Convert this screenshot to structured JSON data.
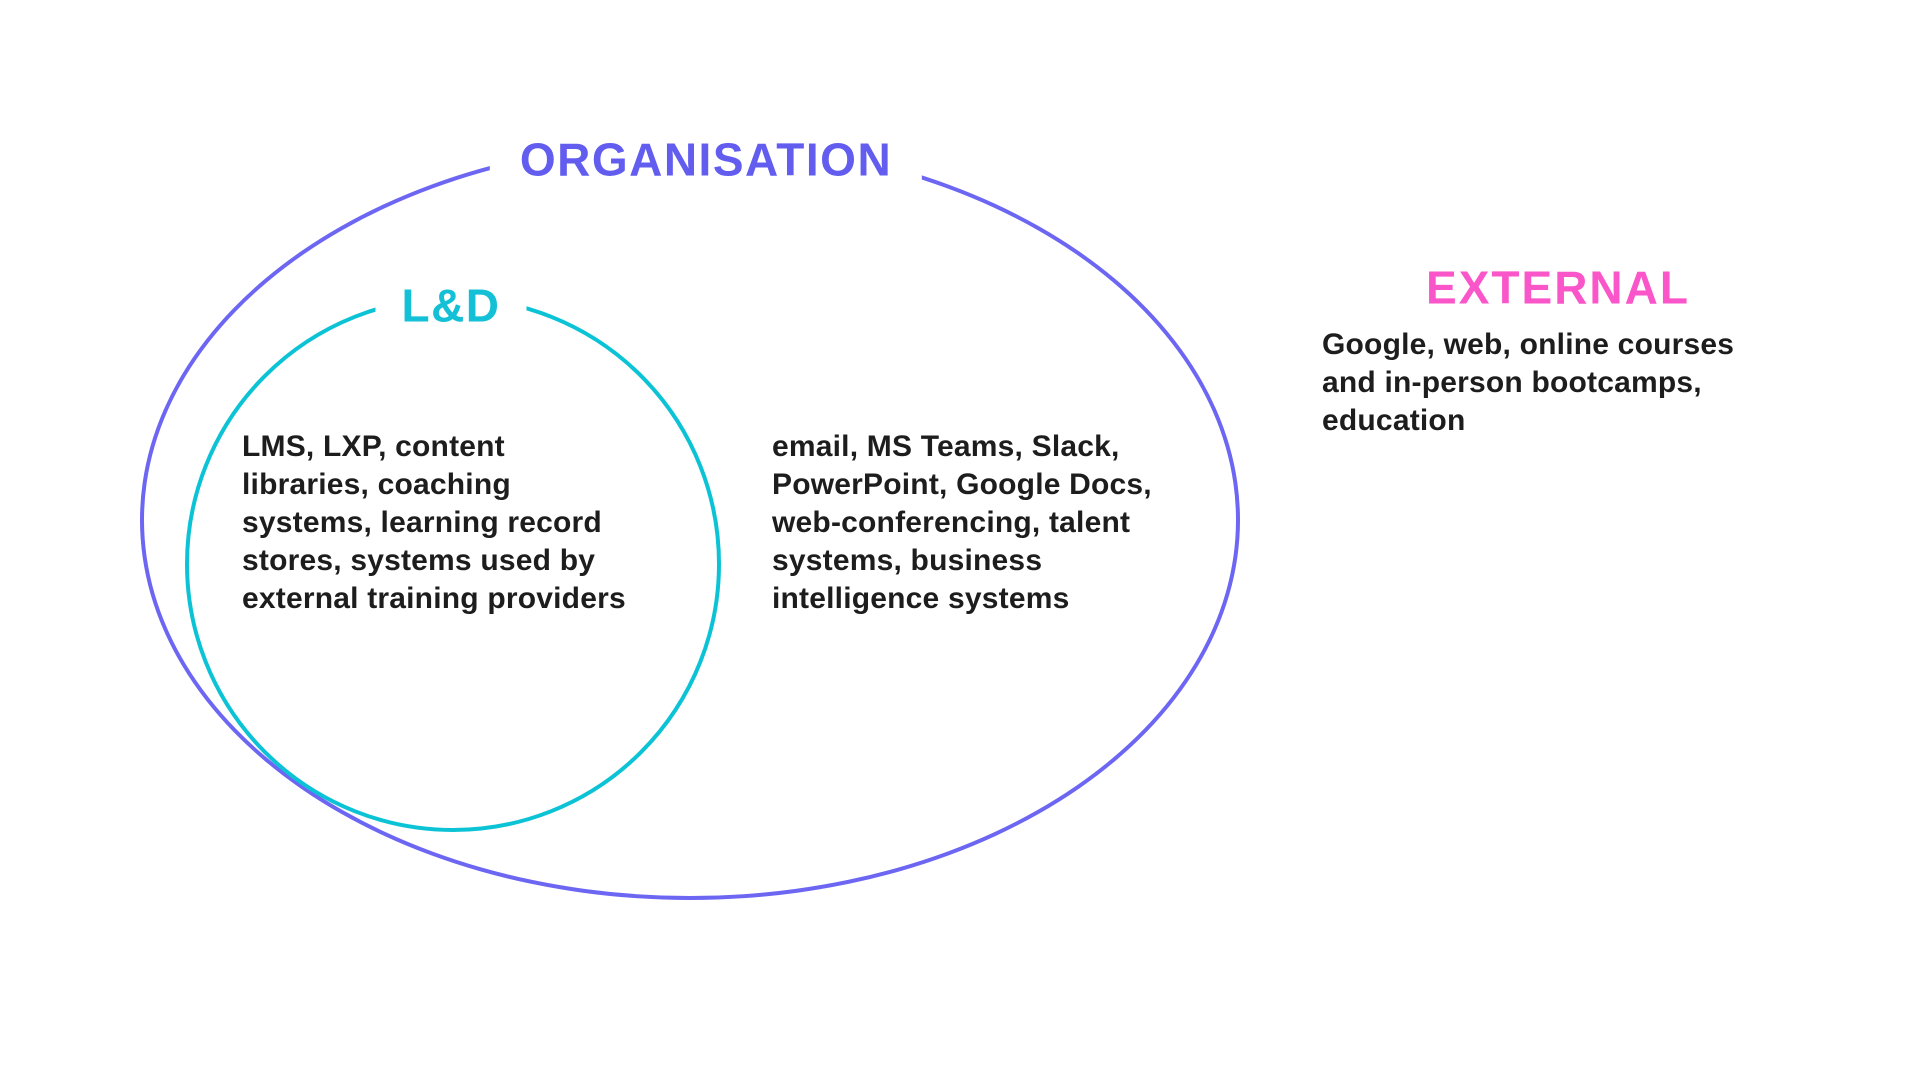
{
  "colors": {
    "background": "#ffffff",
    "organisation-text": "#625def",
    "organisation-stroke": "#6c66f3",
    "ld-text": "#14c0d6",
    "ld-stroke": "#0cc3d6",
    "external-text": "#fa55c9",
    "body-text": "#1d1d1d"
  },
  "diagram": {
    "organisation": {
      "label": "ORGANISATION",
      "systems_text": "email, MS Teams, Slack,\nPowerPoint, Google Docs,\nweb-conferencing, talent\nsystems, business\nintelligence systems"
    },
    "ld": {
      "label": "L&D",
      "systems_text": "LMS, LXP, content\nlibraries, coaching\nsystems, learning record\nstores, systems used by\nexternal training providers"
    },
    "external": {
      "label": "EXTERNAL",
      "description": "Google, web, online courses\nand in-person bootcamps,\neducation"
    }
  }
}
